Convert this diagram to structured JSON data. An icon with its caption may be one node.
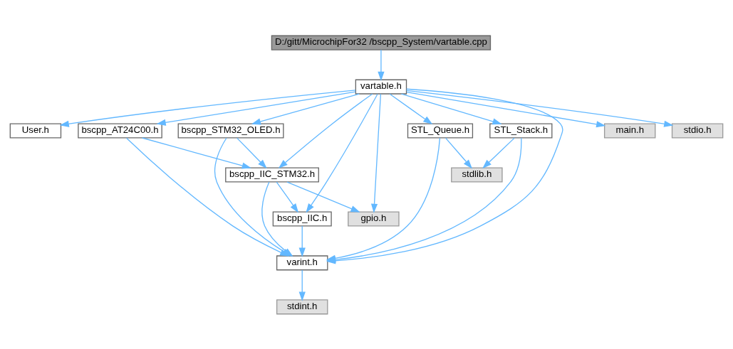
{
  "diagram": {
    "nodes": [
      {
        "text": [
          "D:/gitt/MicrochipFor32 /bscpp_System/vartable.cpp"
        ]
      },
      {
        "text": [
          "vartable.h"
        ]
      },
      {
        "text": [
          "User.h"
        ]
      },
      {
        "text": [
          "bscpp_AT24C00.h"
        ]
      },
      {
        "text": [
          "bscpp_STM32_OLED.h"
        ]
      },
      {
        "text": [
          "STL_Queue.h"
        ]
      },
      {
        "text": [
          "STL_Stack.h"
        ]
      },
      {
        "text": [
          "main.h"
        ]
      },
      {
        "text": [
          "stdio.h"
        ]
      },
      {
        "text": [
          "bscpp_IIC_STM32.h"
        ]
      },
      {
        "text": [
          "stdlib.h"
        ]
      },
      {
        "text": [
          "bscpp_IIC.h"
        ]
      },
      {
        "text": [
          "gpio.h"
        ]
      },
      {
        "text": [
          "varint.h"
        ]
      },
      {
        "text": [
          "stdint.h"
        ]
      }
    ],
    "edges": [
      {
        "from": 0,
        "to": 1,
        "arrow": "to"
      },
      {
        "from": 1,
        "to": 2,
        "arrow": "to"
      },
      {
        "from": 1,
        "to": 3,
        "arrow": "to"
      },
      {
        "from": 1,
        "to": 4,
        "arrow": "to"
      },
      {
        "from": 1,
        "to": 5,
        "arrow": "to"
      },
      {
        "from": 1,
        "to": 6,
        "arrow": "to"
      },
      {
        "from": 1,
        "to": 7,
        "arrow": "to"
      },
      {
        "from": 1,
        "to": 8,
        "arrow": "to"
      },
      {
        "from": 1,
        "to": 9,
        "arrow": "to"
      },
      {
        "from": 1,
        "to": 11,
        "arrow": "to"
      },
      {
        "from": 1,
        "to": 12,
        "arrow": "to"
      },
      {
        "from": 1,
        "to": 13,
        "arrow": "to"
      },
      {
        "from": 3,
        "to": 9,
        "arrow": "to"
      },
      {
        "from": 3,
        "to": 13,
        "arrow": "to"
      },
      {
        "from": 4,
        "to": 9,
        "arrow": "to"
      },
      {
        "from": 4,
        "to": 13,
        "arrow": "to"
      },
      {
        "from": 5,
        "to": 10,
        "arrow": "to"
      },
      {
        "from": 5,
        "to": 13,
        "arrow": "to"
      },
      {
        "from": 6,
        "to": 10,
        "arrow": "to"
      },
      {
        "from": 6,
        "to": 13,
        "arrow": "to"
      },
      {
        "from": 9,
        "to": 11,
        "arrow": "to"
      },
      {
        "from": 9,
        "to": 12,
        "arrow": "to"
      },
      {
        "from": 9,
        "to": 13,
        "arrow": "to"
      },
      {
        "from": 11,
        "to": 13,
        "arrow": "to"
      },
      {
        "from": 13,
        "to": 14,
        "arrow": "to"
      }
    ]
  }
}
